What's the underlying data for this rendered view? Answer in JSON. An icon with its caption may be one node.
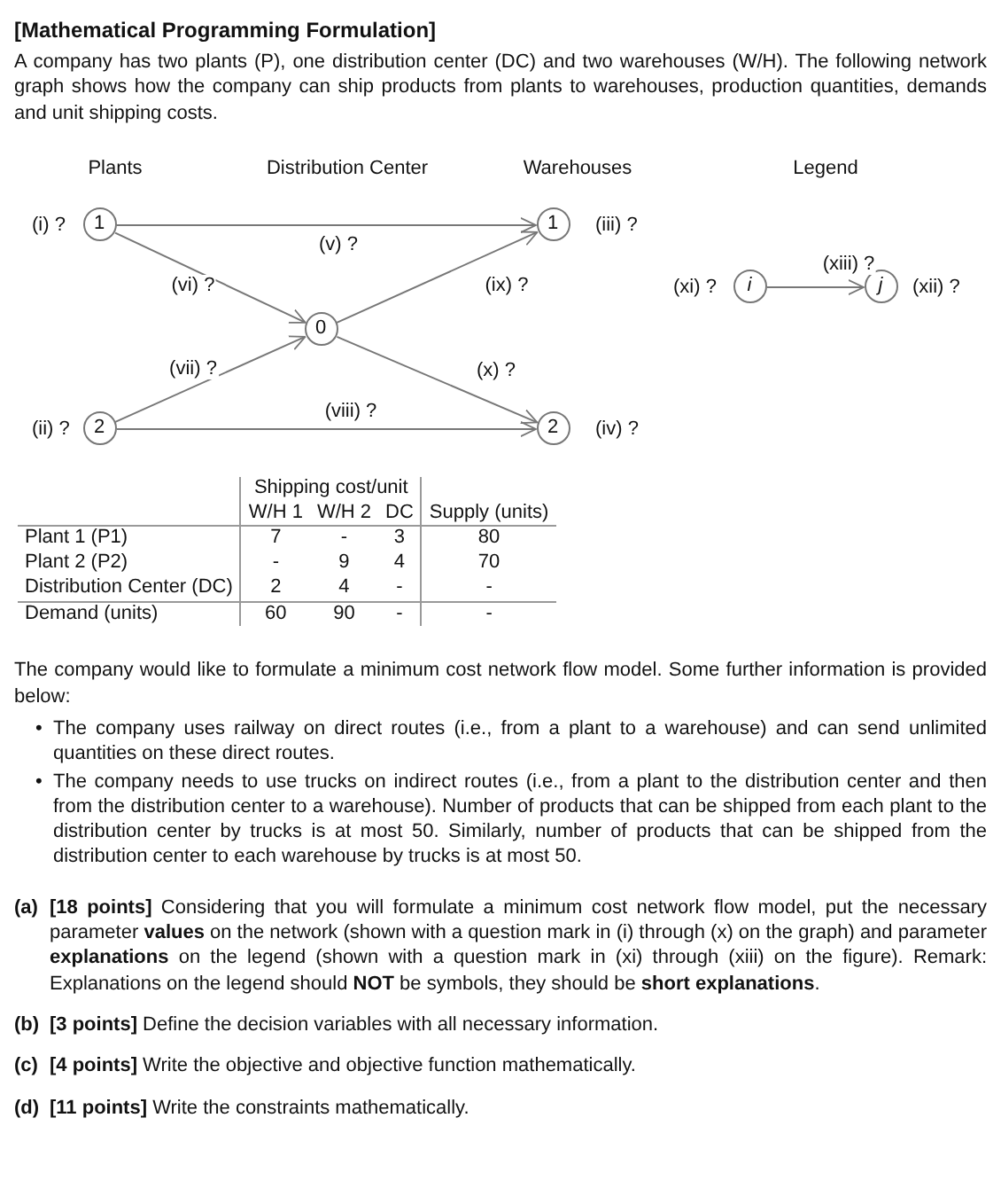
{
  "diagram": {
    "title": "[Mathematical Programming Formulation]",
    "nodes": [
      {
        "text": [
          "1"
        ],
        "beside": [
          "(i) ?"
        ]
      },
      {
        "text": [
          "2"
        ],
        "beside": [
          "(ii) ?"
        ]
      },
      {
        "text": [
          "0"
        ]
      },
      {
        "text": [
          "1"
        ],
        "beside": [
          "(iii) ?"
        ]
      },
      {
        "text": [
          "2"
        ],
        "beside": [
          "(iv) ?"
        ]
      },
      {
        "text": [
          "i"
        ],
        "beside": [
          "(xi) ?"
        ]
      },
      {
        "text": [
          "j"
        ],
        "beside": [
          "(xii) ?"
        ]
      }
    ],
    "edges": [
      {
        "from": 0,
        "to": 3,
        "arrow": "to",
        "label": "(v) ?"
      },
      {
        "from": 0,
        "to": 2,
        "arrow": "to",
        "label": "(vi) ?"
      },
      {
        "from": 1,
        "to": 2,
        "arrow": "to",
        "label": "(vii) ?"
      },
      {
        "from": 1,
        "to": 4,
        "arrow": "to",
        "label": "(viii) ?"
      },
      {
        "from": 2,
        "to": 3,
        "arrow": "to",
        "label": "(ix) ?"
      },
      {
        "from": 2,
        "to": 4,
        "arrow": "to",
        "label": "(x) ?"
      },
      {
        "from": 5,
        "to": 6,
        "arrow": "to",
        "label": "(xiii) ?"
      }
    ],
    "labels": [
      "A company has two plants (P), one distribution center (DC) and two warehouses (W/H). The following network graph shows how the company can ship products from plants to warehouses, production quantities, demands and unit shipping costs.",
      "Plants",
      "Distribution Center",
      "Warehouses",
      "Legend",
      "Shipping cost/unit",
      "W/H 1",
      "W/H 2",
      "DC",
      "Supply (units)",
      "Plant 1 (P1)",
      "7",
      "-",
      "3",
      "80",
      "Plant 2 (P2)",
      "-",
      "9",
      "4",
      "70",
      "Distribution Center (DC)",
      "2",
      "4",
      "-",
      "-",
      "Demand (units)",
      "60",
      "90",
      "-",
      "-",
      "The company would like to formulate a minimum cost network flow model. Some further information is provided below:",
      "•",
      "The company uses railway on direct routes (i.e., from a plant to a warehouse) and can send unlimited quantities on these direct routes.",
      "•",
      "The company needs to use trucks on indirect routes (i.e., from a plant to the distribution center and then from the distribution center to a warehouse). Number of products that can be shipped from each plant to the distribution center by trucks is at most 50. Similarly, number of products that can be shipped from the distribution center to each warehouse by trucks is at most 50.",
      "(a)",
      "**[18 points]** Considering that you will formulate a minimum cost network flow model, put the necessary parameter **values** on the network (shown with a question mark in (i) through (x) on the graph) and parameter **explanations** on the legend (shown with a question mark in (xi) through (xiii) on the figure). Remark: Explanations on the legend should **NOT** be symbols, they should be **short explanations**.",
      "(b)",
      "**[3 points]** Define the decision variables with all necessary information.",
      "(c)",
      "**[4 points]** Write the objective and objective function mathematically.",
      "(d)",
      "**[11 points]** Write the constraints mathematically."
    ]
  }
}
